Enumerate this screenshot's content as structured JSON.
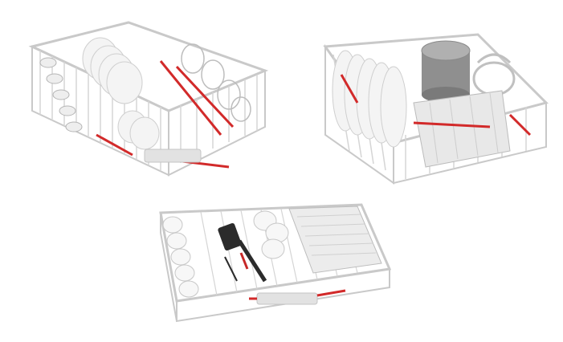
{
  "scene": {
    "background": "#ffffff",
    "wire_color": "#c9c9c9",
    "accent_color": "#d22a2a",
    "plate_color": "#f4f4f4",
    "racks": [
      {
        "id": "upper-rack",
        "contents": [
          "cups",
          "glasses",
          "plates"
        ]
      },
      {
        "id": "lower-rack",
        "contents": [
          "plates",
          "pot",
          "cutlery-basket"
        ]
      },
      {
        "id": "third-rack",
        "contents": [
          "cups",
          "utensils",
          "spatula"
        ]
      }
    ]
  }
}
